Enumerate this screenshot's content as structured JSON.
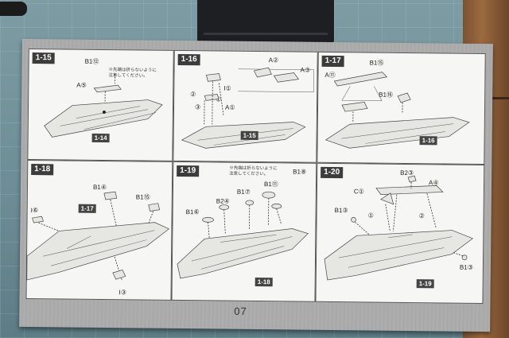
{
  "page": {
    "number": "07"
  },
  "panels": [
    {
      "id": "p15",
      "step": "1-15",
      "subassembly": "1-14",
      "parts": [
        "B1⑫",
        "A⑤"
      ],
      "note": "※先端は折らないように注意してください。"
    },
    {
      "id": "p16",
      "step": "1-16",
      "subassembly": "1-15",
      "parts": [
        "A②",
        "A③",
        "I①",
        "A①"
      ],
      "markers": [
        "①",
        "②",
        "③"
      ]
    },
    {
      "id": "p17",
      "step": "1-17",
      "subassembly": "1-16",
      "parts": [
        "B1⑮",
        "A⑪",
        "B1⑯"
      ]
    },
    {
      "id": "p18",
      "step": "1-18",
      "subassembly": "1-17",
      "parts": [
        "B1④",
        "B1⑮",
        "I⑥",
        "I③"
      ]
    },
    {
      "id": "p19",
      "step": "1-19",
      "subassembly": "1-18",
      "parts": [
        "B1⑧",
        "B1⑪",
        "B1⑦",
        "B1⑥",
        "B2④"
      ],
      "note": "※先端は折らないように注意してください。"
    },
    {
      "id": "p20",
      "step": "1-20",
      "subassembly": "1-19",
      "parts": [
        "B2③",
        "A④",
        "C①",
        "B1③",
        "B1③"
      ],
      "markers": [
        "①",
        "②"
      ]
    }
  ],
  "colors": {
    "mat": "#6f8f98",
    "sheet_border": "#a9a9a9",
    "panel": "#f6f6f4",
    "label_bg": "#3c3c3c"
  }
}
